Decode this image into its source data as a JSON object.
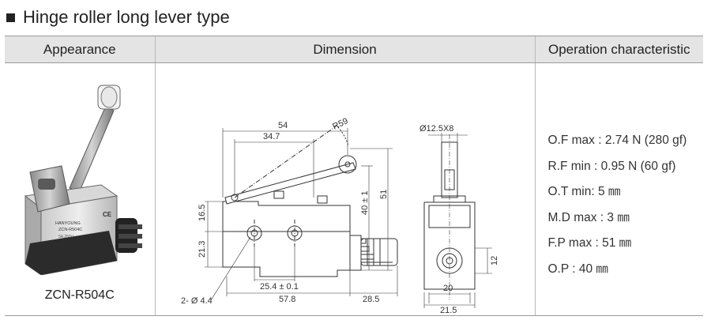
{
  "title": "Hinge roller long lever type",
  "headers": {
    "appearance": "Appearance",
    "dimension": "Dimension",
    "operation": "Operation characteristic"
  },
  "model": "ZCN-R504C",
  "photo_labels": {
    "brand": "HANYOUNG",
    "model": "ZCN-R504C",
    "rating": "5A 250V",
    "mark": "CE"
  },
  "dimensions": {
    "width_total": "54",
    "width_partial": "34.7",
    "lever_radius": "R59",
    "roller_dia": "Ø12.5X8",
    "height_left": "16.5",
    "height_lower": "21.3",
    "height_op": "40 ± 1",
    "height_free": "51",
    "holes": "2- Ø 4.4",
    "hole_pitch": "25.4 ± 0.1",
    "base_width": "57.8",
    "boss_length": "28.5",
    "side_height": "12",
    "side_width": "20",
    "side_width_total": "21.5"
  },
  "operation": [
    "O.F max : 2.74 N (280 gf)",
    "R.F min : 0.95 N (60 gf)",
    "O.T min: 5 ㎜",
    "M.D max : 3 ㎜",
    "F.P max : 51 ㎜",
    "O.P : 40 ㎜"
  ]
}
